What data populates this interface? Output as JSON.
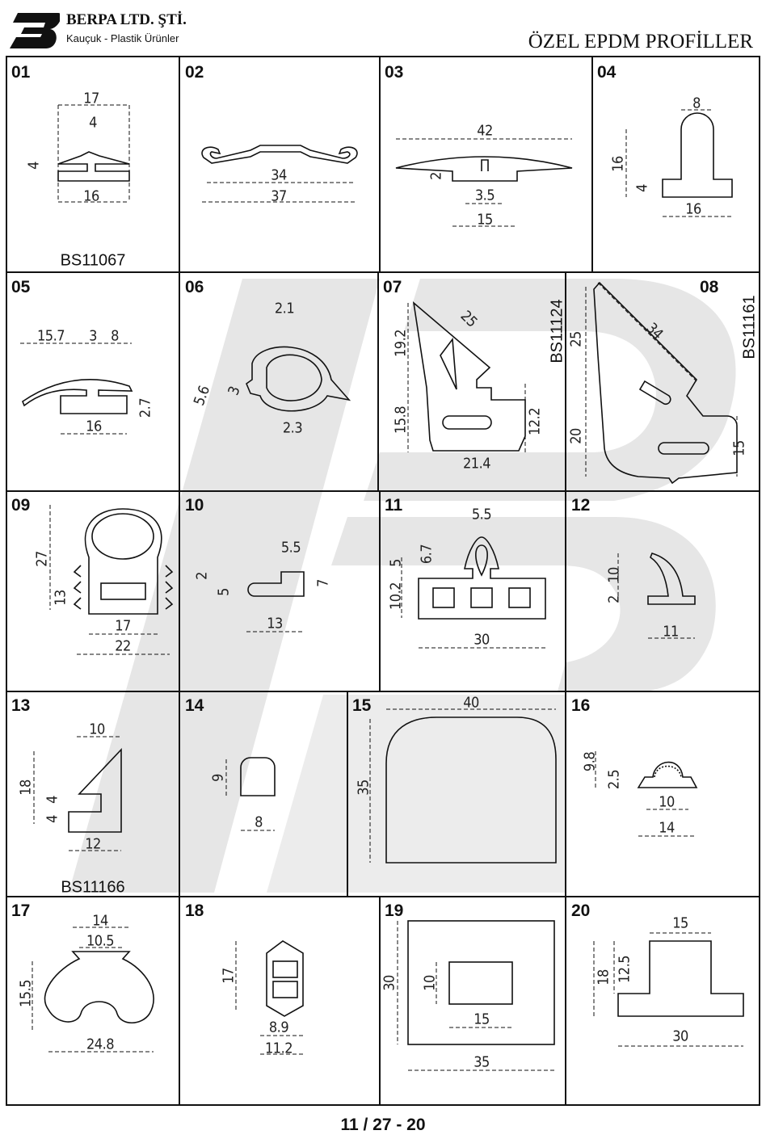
{
  "header": {
    "brand": "BERPA LTD. ŞTİ.",
    "tagline": "Kauçuk - Plastik Ürünler",
    "logo_letters": "B",
    "title": "ÖZEL EPDM PROFİLLER"
  },
  "profiles": [
    {
      "no": "01",
      "code": "BS11067",
      "dims": [
        "17",
        "4",
        "4",
        "16"
      ]
    },
    {
      "no": "02",
      "dims": [
        "34",
        "37"
      ]
    },
    {
      "no": "03",
      "dims": [
        "42",
        "2",
        "3.5",
        "15"
      ]
    },
    {
      "no": "04",
      "dims": [
        "8",
        "16",
        "4",
        "16"
      ]
    },
    {
      "no": "05",
      "dims": [
        "15.7",
        "3",
        "8",
        "16",
        "2.7"
      ]
    },
    {
      "no": "06",
      "dims": [
        "2.1",
        "5.6",
        "3",
        "2.3"
      ]
    },
    {
      "no": "07",
      "code": "BS11124",
      "dims": [
        "25",
        "19.2",
        "15.8",
        "12.2",
        "21.4"
      ]
    },
    {
      "no": "08",
      "code": "BS11161",
      "dims": [
        "34",
        "25",
        "20",
        "15"
      ]
    },
    {
      "no": "09",
      "dims": [
        "27",
        "13",
        "17",
        "22"
      ]
    },
    {
      "no": "10",
      "dims": [
        "5.5",
        "2",
        "5",
        "7",
        "13"
      ]
    },
    {
      "no": "11",
      "dims": [
        "5.5",
        "6.7",
        "5",
        "10.2",
        "30"
      ]
    },
    {
      "no": "12",
      "dims": [
        "10",
        "2",
        "11"
      ]
    },
    {
      "no": "13",
      "code": "BS11166",
      "dims": [
        "10",
        "18",
        "4",
        "4",
        "12"
      ]
    },
    {
      "no": "14",
      "dims": [
        "9",
        "8"
      ]
    },
    {
      "no": "15",
      "dims": [
        "40",
        "35"
      ]
    },
    {
      "no": "16",
      "dims": [
        "9.8",
        "2.5",
        "10",
        "14"
      ]
    },
    {
      "no": "17",
      "dims": [
        "14",
        "10.5",
        "15.5",
        "24.8"
      ]
    },
    {
      "no": "18",
      "dims": [
        "17",
        "8.9",
        "11.2"
      ]
    },
    {
      "no": "19",
      "dims": [
        "30",
        "10",
        "15",
        "35"
      ]
    },
    {
      "no": "20",
      "dims": [
        "15",
        "18",
        "12.5",
        "30"
      ]
    }
  ],
  "footer": {
    "page": "11 / 27 - 20"
  },
  "colors": {
    "ink": "#111111",
    "watermark": "#e4e4e4"
  }
}
